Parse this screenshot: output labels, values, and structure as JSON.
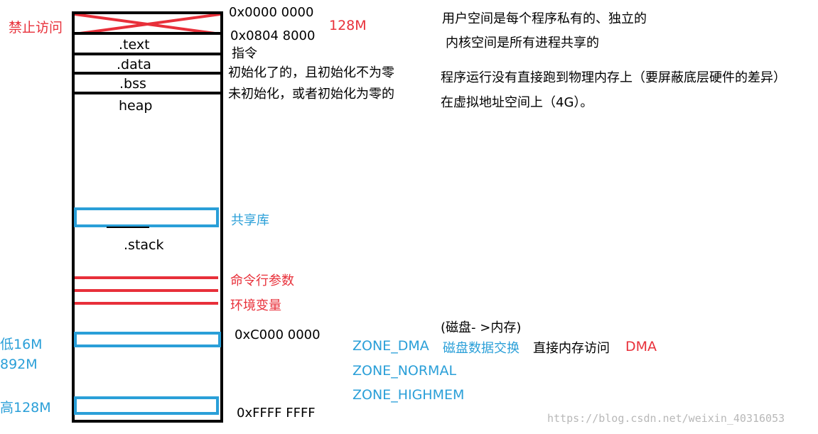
{
  "memory_column": {
    "forbidden_label": "禁止访问",
    "text_seg": ".text",
    "data_seg": ".data",
    "bss_seg": ".bss",
    "heap_seg": "heap",
    "stack_seg": ".stack"
  },
  "addresses": {
    "start": "0x0000 0000",
    "text_start": "0x0804 8000",
    "kernel_start": "0xC000 0000",
    "end": "0xFFFF FFFF"
  },
  "size_128m": "128M",
  "annotations": {
    "text_desc": "指令",
    "data_desc": "初始化了的，且初始化不为零",
    "bss_desc": "未初始化，或者初始化为零的",
    "shared_lib": "共享库",
    "cmdline_args": "命令行参数",
    "env_vars": "环境变量"
  },
  "notes": {
    "line1": "用户空间是每个程序私有的、独立的",
    "line2": "内核空间是所有进程共享的",
    "line3": "程序运行没有直接跑到物理内存上（要屏蔽底层硬件的差异）",
    "line4": "在虚拟地址空间上（4G）。"
  },
  "kernel_zones": {
    "low": "低16M",
    "mid": "892M",
    "high": "高128M",
    "zone_dma": "ZONE_DMA",
    "zone_normal": "ZONE_NORMAL",
    "zone_highmem": "ZONE_HIGHMEM",
    "disk_to_mem": "(磁盘- >内存)",
    "disk_swap": "磁盘数据交换",
    "direct_access": "直接内存访问",
    "dma": "DMA"
  },
  "watermark": "https://blog.csdn.net/weixin_40316053",
  "colors": {
    "red": "#e8303a",
    "blue": "#2a9fd8",
    "black": "#000000"
  }
}
